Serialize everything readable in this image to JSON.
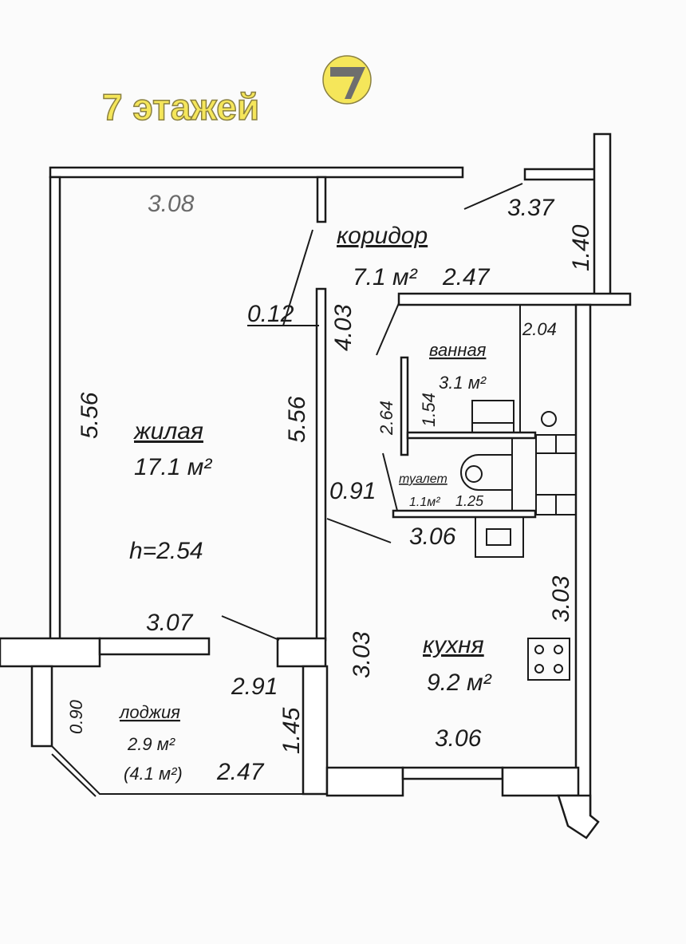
{
  "header": {
    "title": "7 этажей",
    "badge": "7",
    "badge_color": "#f5e65a",
    "badge_digit_color": "#6e6e6e"
  },
  "rooms": {
    "living": {
      "name": "жилая",
      "area": "17.1 м²",
      "height": "h=2.54"
    },
    "corridor": {
      "name": "коридор",
      "area": "7.1 м²"
    },
    "bathroom": {
      "name": "ванная",
      "area": "3.1 м²"
    },
    "toilet": {
      "name": "туалет",
      "area": "1.1м²"
    },
    "kitchen": {
      "name": "кухня",
      "area": "9.2 м²"
    },
    "loggia": {
      "name": "лоджия",
      "area": "2.9 м²",
      "area_full": "(4.1 м²)"
    }
  },
  "dimensions": {
    "living_top": "3.08",
    "living_left": "5.56",
    "living_right": "5.56",
    "living_bottom": "3.07",
    "door": "0.12",
    "corridor_right": "3.37",
    "corridor_side": "1.40",
    "corridor_width": "2.47",
    "corridor_len": "4.03",
    "bath_right": "2.04",
    "bath_left": "2.64",
    "bath_inner": "1.54",
    "toilet_len": "1.25",
    "toilet_door": "0.91",
    "kitchen_top": "3.06",
    "kitchen_left": "3.03",
    "kitchen_right": "3.03",
    "kitchen_bottom": "3.06",
    "loggia_top": "2.91",
    "loggia_left": "0.90",
    "loggia_right": "1.45",
    "loggia_bottom": "2.47"
  }
}
